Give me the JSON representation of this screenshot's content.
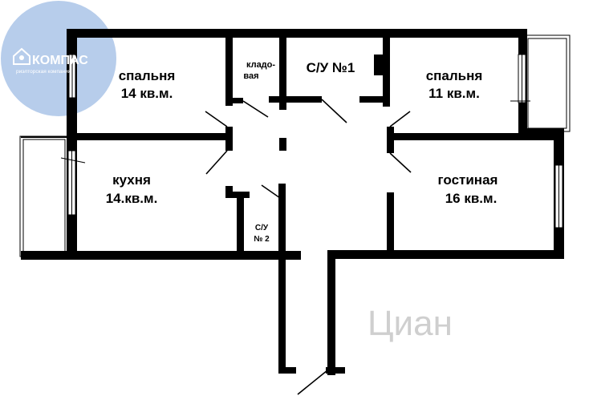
{
  "rooms": {
    "bedroom_left": {
      "name": "спальня",
      "area": "14 кв.м."
    },
    "pantry": {
      "line1": "кладо-",
      "line2": "вая"
    },
    "bathroom_1": {
      "name": "С/У №1"
    },
    "bedroom_right": {
      "name": "спальня",
      "area": "11 кв.м."
    },
    "kitchen": {
      "name": "кухня",
      "area": "14.кв.м."
    },
    "bathroom_2": {
      "line1": "С/У",
      "line2": "№ 2"
    },
    "living_room": {
      "name": "гостиная",
      "area": "16 кв.м."
    }
  },
  "logo": {
    "name": "КОМПАС",
    "subtitle": "риэлторская компания",
    "circle_color": "#aac4e8"
  },
  "watermark": {
    "text": "Циан",
    "color": "#cfcfcf"
  }
}
